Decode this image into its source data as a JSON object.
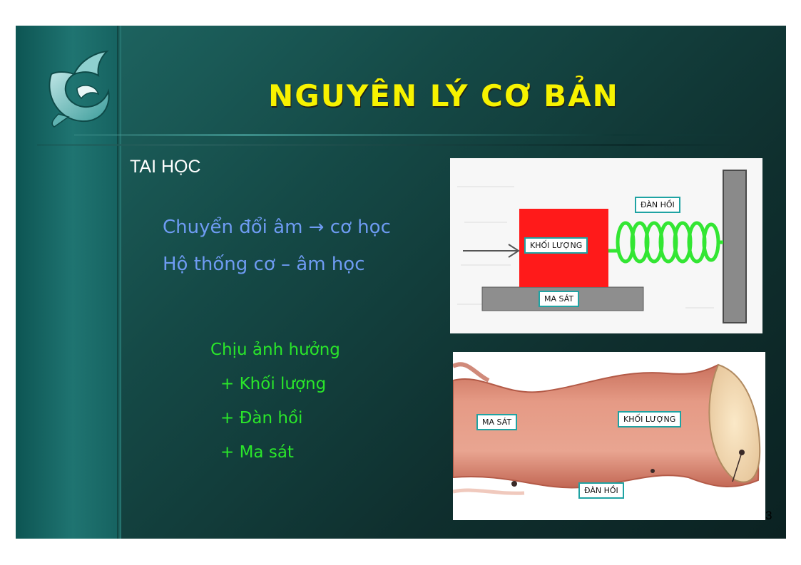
{
  "slide": {
    "title": "NGUYÊN LÝ CƠ BẢN",
    "section_label": "TAI HỌC",
    "concept_lines": [
      "Chuyển đổi âm → cơ học",
      "Hộ thống cơ – âm học"
    ],
    "influence_title": "Chịu ảnh hưởng",
    "influence_items": [
      "+ Khối lượng",
      "+ Đàn hồi",
      "+ Ma sát"
    ],
    "page_number": "3"
  },
  "diagram_mechanical": {
    "mass_label": "KHỐI LƯỢNG",
    "spring_label": "ĐÀN HỒI",
    "friction_label": "MA SÁT"
  },
  "diagram_tissue": {
    "friction_label": "MA SÁT",
    "mass_label": "KHỐI LƯỢNG",
    "elastic_label": "ĐÀN HỒI"
  },
  "colors": {
    "title": "#f7f200",
    "concept_text": "#6e9bf2",
    "influence_text": "#2ae62a",
    "mass_block": "#ff1a1a",
    "spring": "#33e633",
    "tag_border": "#1fa3a3"
  },
  "icons": [
    "dolphin-logo-icon",
    "arrow-right-icon",
    "spring-icon"
  ]
}
